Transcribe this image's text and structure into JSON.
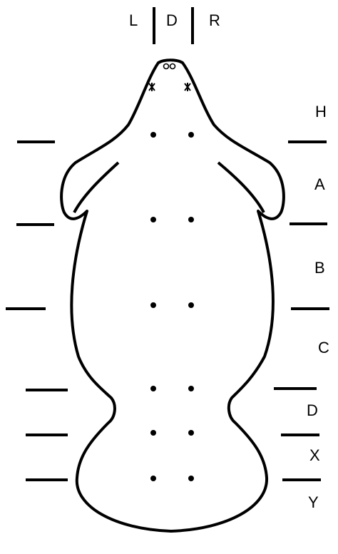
{
  "orientation_labels": {
    "left": "L",
    "dorsal": "D",
    "right": "R"
  },
  "region_labels": [
    {
      "id": "H",
      "text": "H"
    },
    {
      "id": "A",
      "text": "A"
    },
    {
      "id": "B",
      "text": "B"
    },
    {
      "id": "C",
      "text": "C"
    },
    {
      "id": "D",
      "text": "D"
    },
    {
      "id": "X",
      "text": "X"
    },
    {
      "id": "Y",
      "text": "Y"
    }
  ],
  "colors": {
    "stroke": "#000000",
    "background": "#ffffff"
  }
}
